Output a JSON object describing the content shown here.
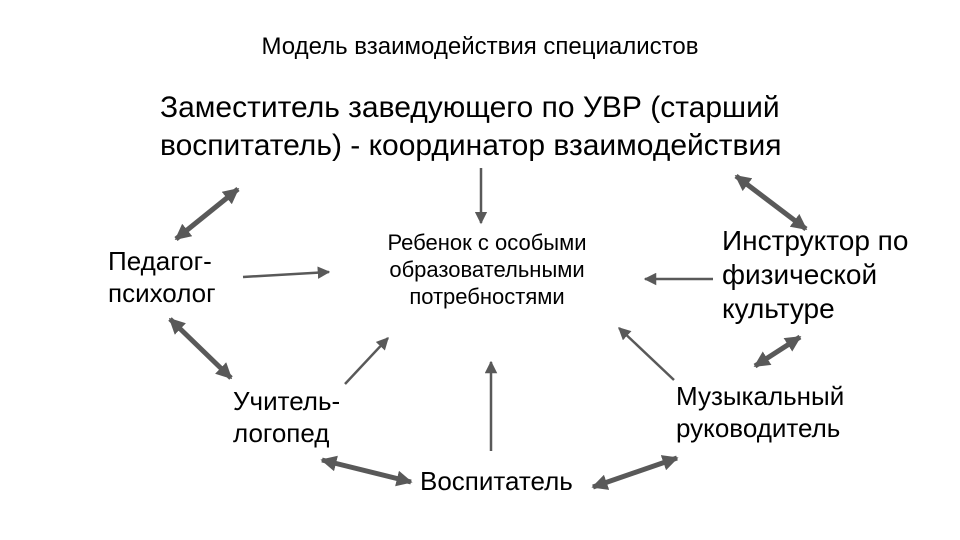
{
  "title": "Модель взаимодействия специалистов",
  "nodes": {
    "coordinator": [
      "Заместитель заведующего по УВР (старший",
      "воспитатель) - координатор взаимодействия"
    ],
    "child": [
      "Ребенок с особыми",
      "образовательными",
      "потребностями"
    ],
    "psychologist": [
      "Педагог-",
      "психолог"
    ],
    "phys_instructor": [
      "Инструктор по",
      "физической",
      "культуре"
    ],
    "speech_therapist": [
      "Учитель-",
      "логопед"
    ],
    "music_director": [
      "Музыкальный",
      "руководитель"
    ],
    "teacher": "Воспитатель"
  },
  "colors": {
    "arrow": "#595959",
    "text": "#000000",
    "background": "#ffffff"
  },
  "connections": [
    {
      "from": "coordinator",
      "to": "child",
      "type": "one-way"
    },
    {
      "from": "coordinator",
      "to": "psychologist",
      "type": "two-way"
    },
    {
      "from": "coordinator",
      "to": "phys_instructor",
      "type": "two-way"
    },
    {
      "from": "psychologist",
      "to": "child",
      "type": "one-way"
    },
    {
      "from": "phys_instructor",
      "to": "child",
      "type": "one-way"
    },
    {
      "from": "psychologist",
      "to": "speech_therapist",
      "type": "two-way"
    },
    {
      "from": "speech_therapist",
      "to": "child",
      "type": "one-way"
    },
    {
      "from": "teacher",
      "to": "child",
      "type": "one-way"
    },
    {
      "from": "music_director",
      "to": "child",
      "type": "one-way"
    },
    {
      "from": "phys_instructor",
      "to": "music_director",
      "type": "two-way"
    },
    {
      "from": "speech_therapist",
      "to": "teacher",
      "type": "two-way"
    },
    {
      "from": "teacher",
      "to": "music_director",
      "type": "two-way"
    }
  ]
}
